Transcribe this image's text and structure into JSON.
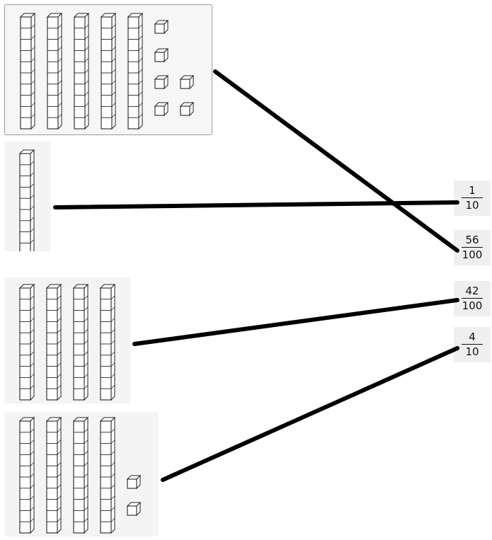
{
  "tiles": [
    {
      "id": "tile-1",
      "rods": 5,
      "units": 6
    },
    {
      "id": "tile-2",
      "rods": 1,
      "units": 0
    },
    {
      "id": "tile-3",
      "rods": 4,
      "units": 0
    },
    {
      "id": "tile-4",
      "rods": 4,
      "units": 2
    }
  ],
  "fractions": [
    {
      "numerator": "1",
      "denominator": "10"
    },
    {
      "numerator": "56",
      "denominator": "100"
    },
    {
      "numerator": "42",
      "denominator": "100"
    },
    {
      "numerator": "4",
      "denominator": "10"
    }
  ],
  "matches": [
    {
      "tile": 0,
      "fraction": 1
    },
    {
      "tile": 1,
      "fraction": 0
    },
    {
      "tile": 2,
      "fraction": 2
    },
    {
      "tile": 3,
      "fraction": 3
    }
  ],
  "line_color": "#000000",
  "cube_stroke": "#222222"
}
